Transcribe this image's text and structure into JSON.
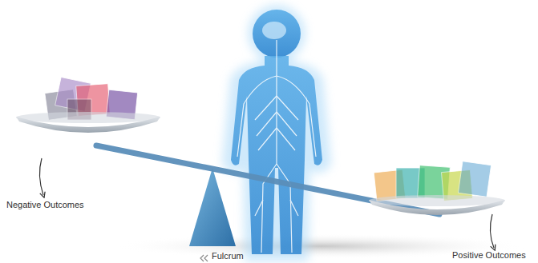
{
  "diagram": {
    "labels": [
      "Negative Outcomes",
      "Fulcrum",
      "Positive Outcomes"
    ]
  }
}
